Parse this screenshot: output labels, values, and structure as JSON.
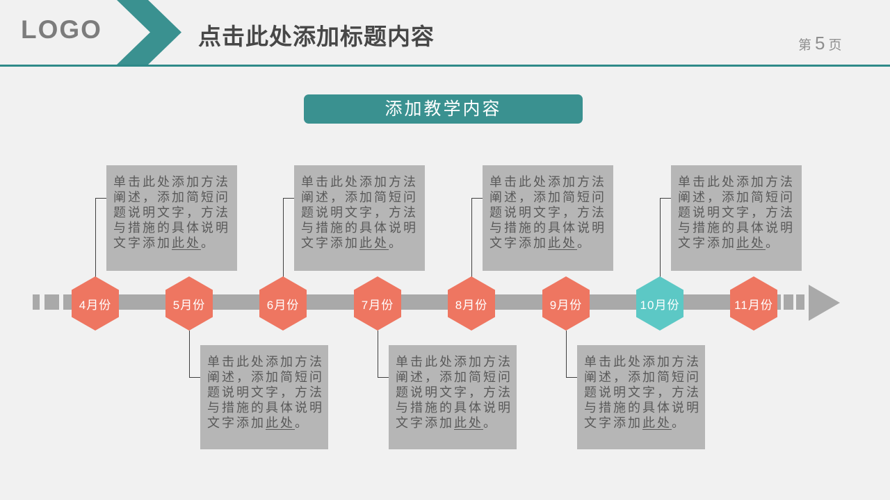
{
  "header": {
    "logo": "LOGO",
    "title": "点击此处添加标题内容",
    "page": {
      "prefix": "第",
      "number": "5",
      "suffix": "页"
    }
  },
  "banner": {
    "label": "添加教学内容"
  },
  "timeline": {
    "months": [
      {
        "label": "4月份",
        "highlight": false,
        "box": "top"
      },
      {
        "label": "5月份",
        "highlight": false,
        "box": "bottom"
      },
      {
        "label": "6月份",
        "highlight": false,
        "box": "top"
      },
      {
        "label": "7月份",
        "highlight": false,
        "box": "bottom"
      },
      {
        "label": "8月份",
        "highlight": false,
        "box": "top"
      },
      {
        "label": "9月份",
        "highlight": false,
        "box": "bottom"
      },
      {
        "label": "10月份",
        "highlight": true,
        "box": "top"
      },
      {
        "label": "11月份",
        "highlight": false,
        "box": "none"
      }
    ],
    "box_paragraph": {
      "lines": [
        "单击此处添加方法",
        "阐述，添加简短问",
        "题说明文字，方法",
        "与措施的具体说明"
      ],
      "last_line": {
        "pre": "文字添加",
        "underlined": "此处",
        "post": "。"
      }
    }
  },
  "colors": {
    "teal": "#3a9190",
    "teal_light": "#5cc8c5",
    "coral": "#ee7661",
    "bar_gray": "#a9a9a9",
    "box_gray": "#b6b6b6",
    "background": "#f1f1f1"
  }
}
